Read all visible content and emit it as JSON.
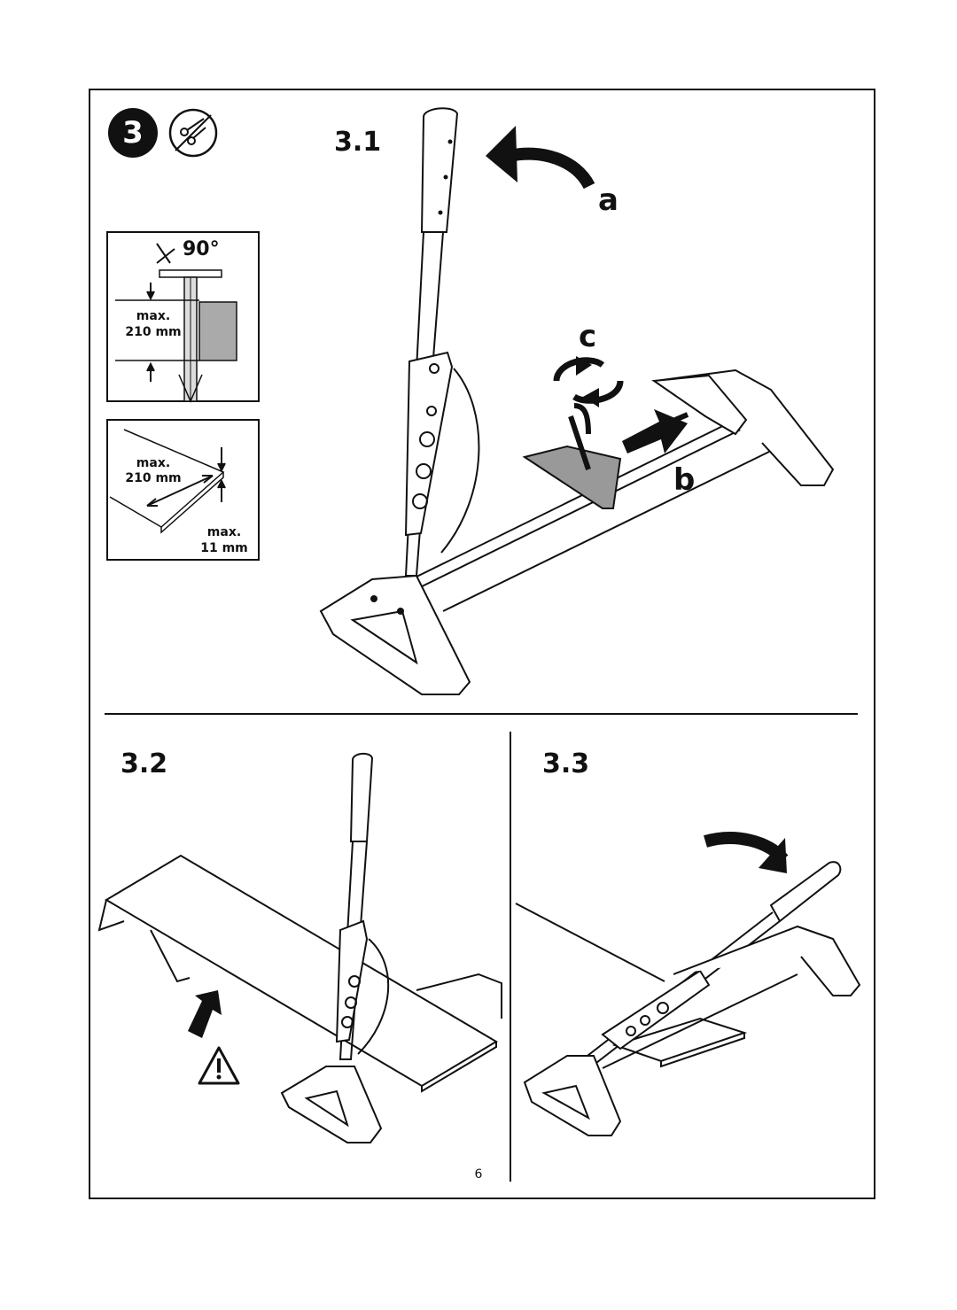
{
  "step": {
    "number": "3",
    "icon": "scissors-icon"
  },
  "section_3_1": {
    "label": "3.1",
    "letters": {
      "a": "a",
      "b": "b",
      "c": "c"
    }
  },
  "inset_height": {
    "angle": "90°",
    "label_line1": "max.",
    "label_line2": "210 mm"
  },
  "inset_board": {
    "width_line1": "max.",
    "width_line2": "210 mm",
    "thick_line1": "max.",
    "thick_line2": "11 mm"
  },
  "section_3_2": {
    "label": "3.2",
    "warning_icon": "warning-triangle-icon"
  },
  "section_3_3": {
    "label": "3.3"
  },
  "page_number": "6"
}
